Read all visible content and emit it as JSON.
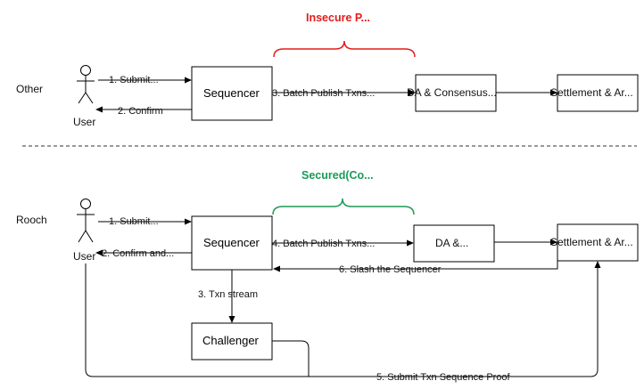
{
  "colors": {
    "line": "#000000",
    "insecure": "#e31b1b",
    "secured": "#1a9a57",
    "divider": "#333333"
  },
  "other": {
    "row_label": "Other",
    "user_label": "User",
    "submit_label": "1. Submit...",
    "confirm_label": "2. Confirm",
    "sequencer_label": "Sequencer",
    "batch_label": "3. Batch Publish Txns...",
    "da_label": "DA & Consensus...",
    "settlement_label": "Settlement & Ar...",
    "brace_label": "Insecure P..."
  },
  "rooch": {
    "row_label": "Rooch",
    "user_label": "User",
    "submit_label": "1. Submit...",
    "confirm_label": "2. Confirm and...",
    "sequencer_label": "Sequencer",
    "batch_label": "4. Batch Publish Txns...",
    "da_label": "DA &...",
    "settlement_label": "Settlement & Ar...",
    "slash_label": "6. Slash the Sequencer",
    "stream_label": "3. Txn stream",
    "challenger_label": "Challenger",
    "proof_label": "5. Submit Txn Sequence Proof",
    "brace_label": "Secured(Co..."
  },
  "icons": [
    "user-stick-figure-icon",
    "arrowhead-icon",
    "curly-brace-icon"
  ]
}
